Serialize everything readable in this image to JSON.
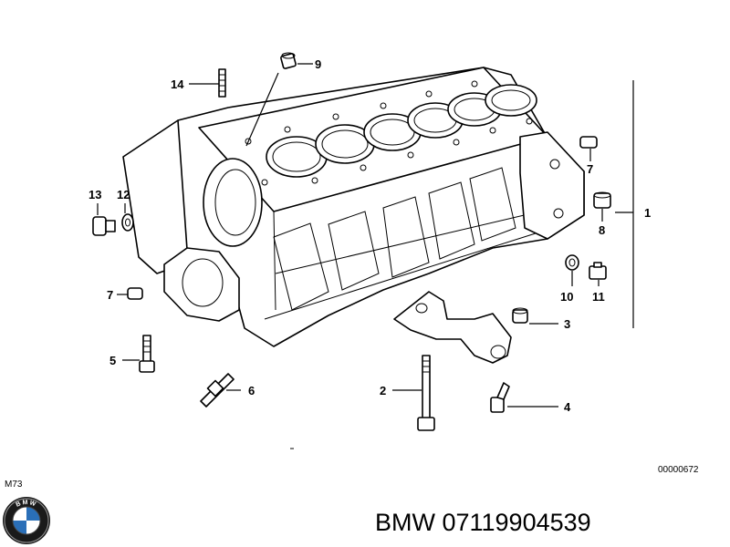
{
  "callouts": {
    "c1": "1",
    "c2": "2",
    "c3": "3",
    "c4": "4",
    "c5": "5",
    "c6": "6",
    "c7a": "7",
    "c7b": "7",
    "c8": "8",
    "c9": "9",
    "c10": "10",
    "c11": "11",
    "c12": "12",
    "c13": "13",
    "c14": "14"
  },
  "diagram_code": "00000672",
  "model_label": "M73",
  "brand_logo": {
    "icon": "bmw-roundel-icon",
    "letters": "BMW"
  },
  "part_number_text": "BMW 07119904539"
}
